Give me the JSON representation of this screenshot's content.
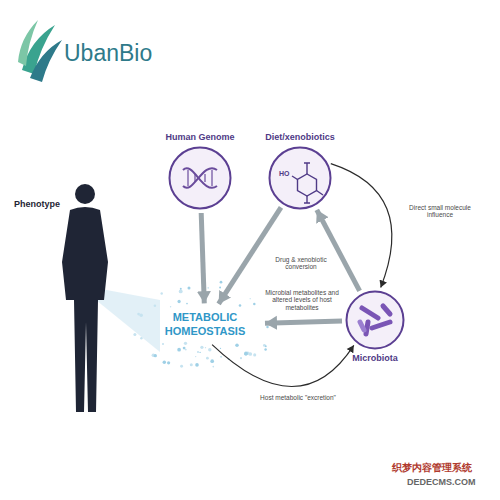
{
  "diagram": {
    "nodes": [
      {
        "text": [
          "Human Genome"
        ]
      },
      {
        "text": [
          "Diet/xenobiotics"
        ]
      },
      {
        "text": [
          "METABOLIC HOMEOSTASIS"
        ]
      },
      {
        "text": [
          "Microbiota"
        ]
      }
    ],
    "edges": [
      {
        "from": 0,
        "to": 2,
        "arrow": "to"
      },
      {
        "from": 1,
        "to": 2,
        "arrow": "to"
      },
      {
        "from": 1,
        "to": 3,
        "label": "Direct small molecule influence",
        "arrow": "to"
      },
      {
        "from": 3,
        "to": 1,
        "label": "Drug & xenobiotic conversion",
        "arrow": "to"
      },
      {
        "from": 3,
        "to": 2,
        "label": "Microbial metabolites and altered levels of host metabolites",
        "arrow": "to"
      },
      {
        "from": 2,
        "to": 3,
        "label": "Host metabolic \"excretion\"",
        "arrow": "to"
      }
    ],
    "labels": [
      "UbanBio",
      "Phenotype",
      "HO",
      "织梦内容管理系统",
      "DEDECMS.COM"
    ]
  }
}
